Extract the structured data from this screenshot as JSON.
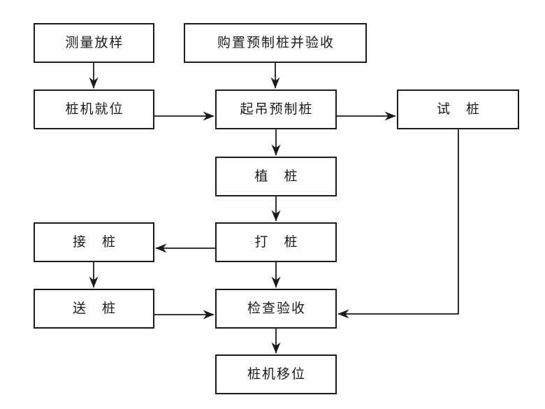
{
  "diagram": {
    "type": "flowchart",
    "colors": {
      "line": "#1a1a1a",
      "text": "#1a1a1a",
      "background": "#ffffff"
    },
    "nodes": {
      "survey": {
        "label": "测量放样"
      },
      "purchase": {
        "label": "购置预制桩并验收"
      },
      "rig_place": {
        "label": "桩机就位"
      },
      "lift": {
        "label": "起吊预制桩"
      },
      "test": {
        "label": "试　桩"
      },
      "plant": {
        "label": "植　桩"
      },
      "drive": {
        "label": "打　桩"
      },
      "splice": {
        "label": "接　桩"
      },
      "send": {
        "label": "送　桩"
      },
      "inspect": {
        "label": "检查验收"
      },
      "rig_move": {
        "label": "桩机移位"
      }
    },
    "edges": [
      {
        "from": "survey",
        "to": "rig_place"
      },
      {
        "from": "purchase",
        "to": "lift"
      },
      {
        "from": "rig_place",
        "to": "lift"
      },
      {
        "from": "lift",
        "to": "test"
      },
      {
        "from": "lift",
        "to": "plant"
      },
      {
        "from": "plant",
        "to": "drive"
      },
      {
        "from": "drive",
        "to": "splice"
      },
      {
        "from": "splice",
        "to": "send"
      },
      {
        "from": "send",
        "to": "inspect"
      },
      {
        "from": "drive",
        "to": "inspect"
      },
      {
        "from": "test",
        "to": "inspect"
      },
      {
        "from": "inspect",
        "to": "rig_move"
      }
    ]
  }
}
